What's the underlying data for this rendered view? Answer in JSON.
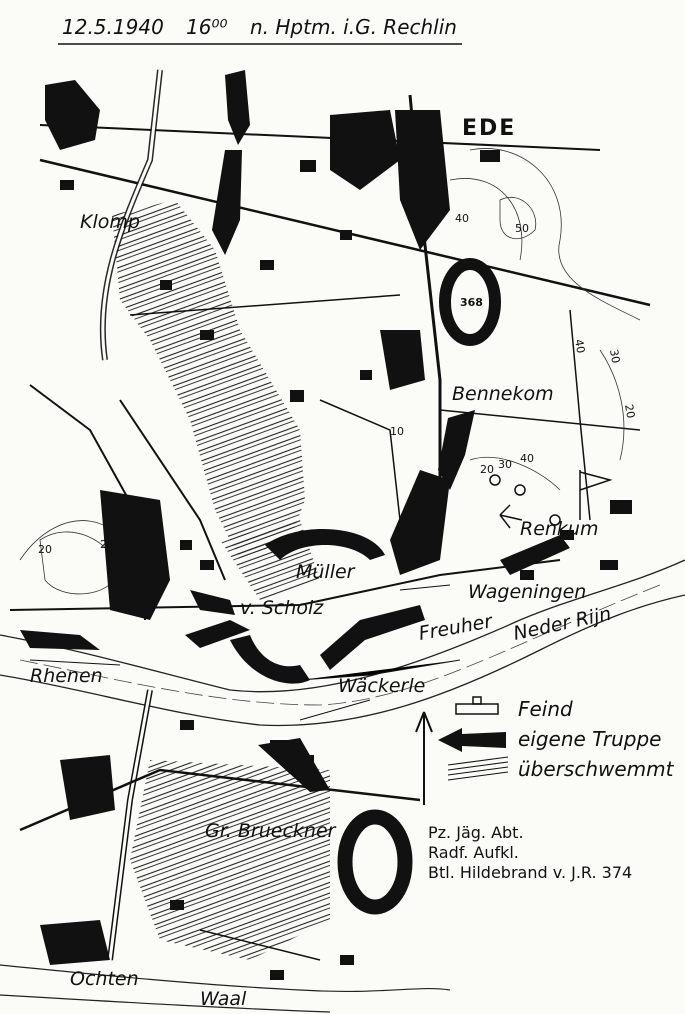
{
  "header": {
    "date": "12.5.1940",
    "time": "16⁰⁰",
    "author": "n. Hptm. i.G. Rechlin"
  },
  "places": {
    "ede": "EDE",
    "klomp": "Klomp",
    "bennekom": "Bennekom",
    "renkum": "Renkum",
    "wageningen": "Wageningen",
    "rhenen": "Rhenen",
    "ochten": "Ochten"
  },
  "rivers": {
    "neder_rijn": "Neder Rijn",
    "waal": "Waal"
  },
  "units": {
    "muller": "Müller",
    "scholz": "v. Scholz",
    "freuher": "Freuher",
    "wackerle": "Wäckerle",
    "bruckner": "Gr. Brueckner"
  },
  "heights": {
    "h368": "368",
    "c10": "10",
    "c20a": "20",
    "c20b": "20",
    "c30a": "30",
    "c30b": "30",
    "c40a": "40",
    "c40b": "40",
    "c50": "50",
    "c20c": "20",
    "c20d": "20"
  },
  "attached_units": {
    "line1": "Pz. Jäg. Abt.",
    "line2": "Radf. Aufkl.",
    "line3": "Btl. Hildebrand v. J.R. 374"
  },
  "legend": {
    "enemy": "Feind",
    "own": "eigene Truppe",
    "flooded": "überschwemmt"
  },
  "colors": {
    "ink": "#111111",
    "paper": "#fbfbf7"
  }
}
